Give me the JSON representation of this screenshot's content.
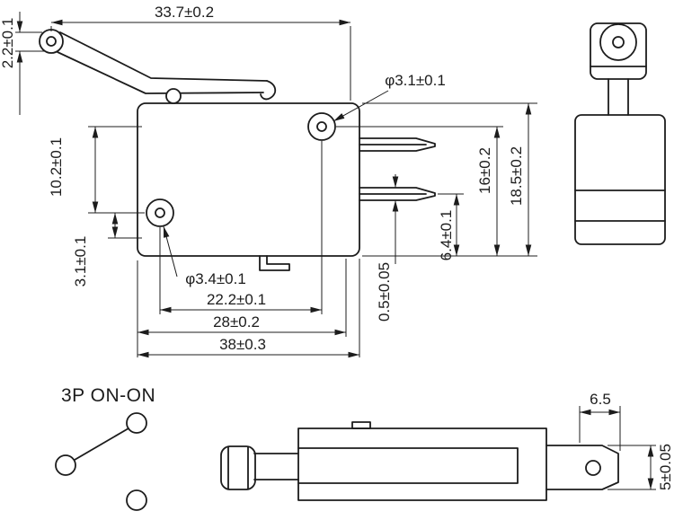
{
  "drawing": {
    "front_view": {
      "dims": {
        "lever_length": "33.7±0.2",
        "lever_thickness": "2.2±0.1",
        "top_hole_diameter": "φ3.1±0.1",
        "hole_vertical_spacing": "10.2±0.1",
        "hole_edge_offset": "3.1±0.1",
        "bottom_hole_diameter": "φ3.4±0.1",
        "hole_spacing": "22.2±0.1",
        "mounting_width": "28±0.2",
        "overall_width": "38±0.3",
        "terminal_height": "16±0.2",
        "body_height": "18.5±0.2",
        "terminal_bottom_offset": "6.4±0.1",
        "terminal_thickness": "0.5±0.05"
      }
    },
    "bottom_view": {
      "circuit_label": "3P ON-ON",
      "dims": {
        "terminal_length": "6.5",
        "terminal_width": "5±0.05"
      }
    }
  }
}
